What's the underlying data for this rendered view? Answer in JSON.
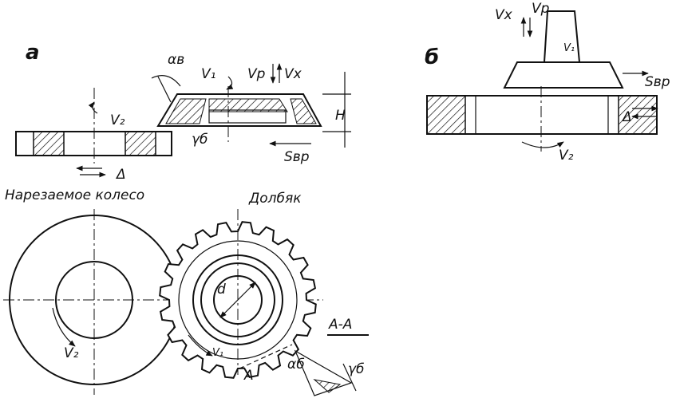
{
  "labels": {
    "panel_a": "а",
    "panel_b": "б",
    "wheel": "Нарезаемое колесо",
    "cutter": "Долбяк",
    "section": "А-А",
    "section_mark": "A",
    "alpha_v": "αв",
    "gamma_b": "γб",
    "alpha_b": "αб",
    "v1": "V₁",
    "v2": "V₂",
    "vp": "Vр",
    "vx": "Vх",
    "h": "H",
    "s_vr": "Sвр",
    "delta": "Δ",
    "d": "d"
  }
}
